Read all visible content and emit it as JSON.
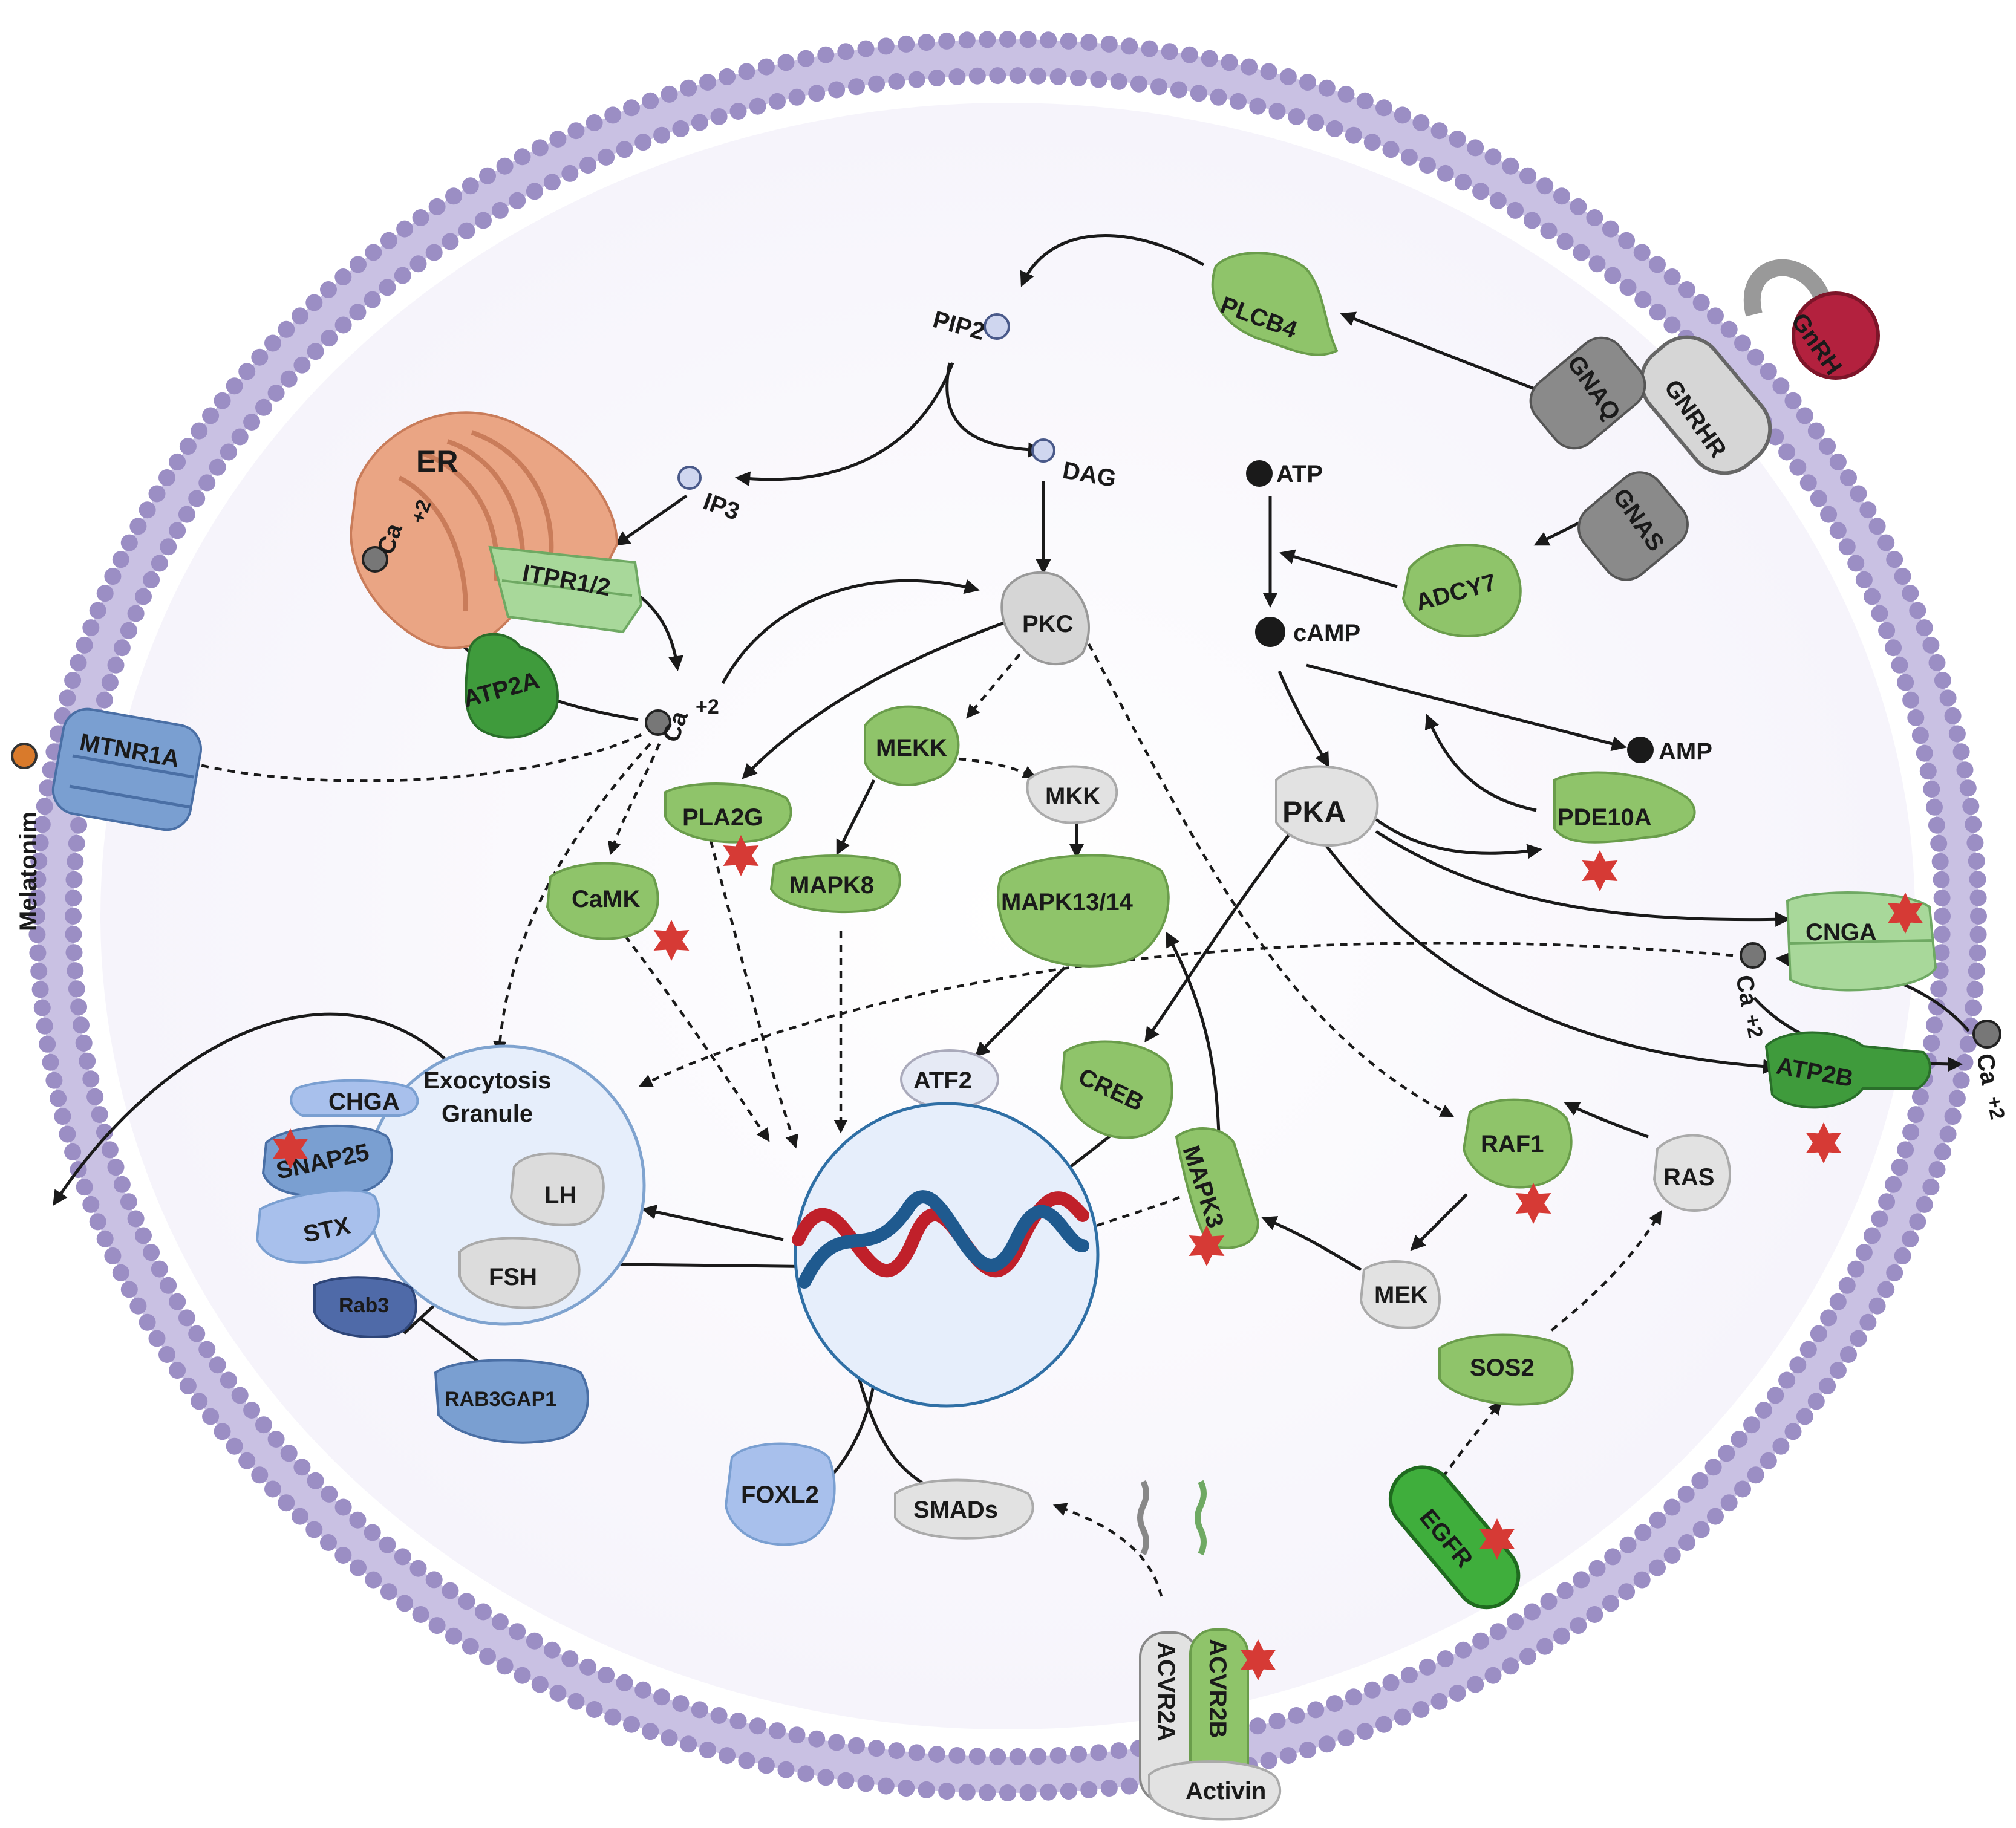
{
  "colors": {
    "membrane": "#9b8ec4",
    "cytoplasm": "#f0eef8",
    "green": "#8fc46a",
    "green_dark": "#3f9b3c",
    "green_light": "#a8d89a",
    "gray": "#d6d6d6",
    "gray_dark": "#8a8a8a",
    "blue": "#7a9fd1",
    "blue_light": "#a8c0ec",
    "er": "#e8a07e",
    "gnrh": "#b3213e",
    "nucleus": "#e6eefb",
    "star": "#d63a35",
    "dna_red": "#c0202a",
    "dna_blue": "#1f5a8f"
  },
  "labels": {
    "pip2": "PIP2",
    "plcb4": "PLCB4",
    "gnrh": "GnRH",
    "gnaq": "GNAQ",
    "gnrhr": "GNRHR",
    "gnas": "GNAS",
    "er": "ER",
    "er_ca": "Ca",
    "er_ca_sup": "+2",
    "ip3": "IP3",
    "dag": "DAG",
    "atp": "ATP",
    "camp": "cAMP",
    "amp": "AMP",
    "itpr": "ITPR1/2",
    "atp2a": "ATP2A",
    "adcy7": "ADCY7",
    "pkc": "PKC",
    "ca_cyto": "Ca",
    "ca_cyto_sup": "+2",
    "mtnr1a": "MTNR1A",
    "melatonim": "Melatonim",
    "mekk": "MEKK",
    "mkk": "MKK",
    "pla2g": "PLA2G",
    "mapk8": "MAPK8",
    "mapk13": "MAPK13/14",
    "camk": "CaMK",
    "pka": "PKA",
    "pde10a": "PDE10A",
    "cnga": "CNGA",
    "ca_cnga": "Ca",
    "ca_cnga_sup": "+2",
    "ca_out": "Ca",
    "ca_out_sup": "+2",
    "atp2b": "ATP2B",
    "atf2": "ATF2",
    "creb": "CREB",
    "mapk3": "MAPK3",
    "raf1": "RAF1",
    "ras": "RAS",
    "mek": "MEK",
    "sos2": "SOS2",
    "egfr": "EGFR",
    "chga": "CHGA",
    "exocytosis_1": "Exocytosis",
    "exocytosis_2": "Granule",
    "snap25": "SNAP25",
    "stx": "STX",
    "lh": "LH",
    "fsh": "FSH",
    "rab3": "Rab3",
    "rab3gap1": "RAB3GAP1",
    "foxl2": "FOXL2",
    "smads": "SMADs",
    "acvr2a": "ACVR2A",
    "acvr2b": "ACVR2B",
    "activin": "Activin"
  }
}
